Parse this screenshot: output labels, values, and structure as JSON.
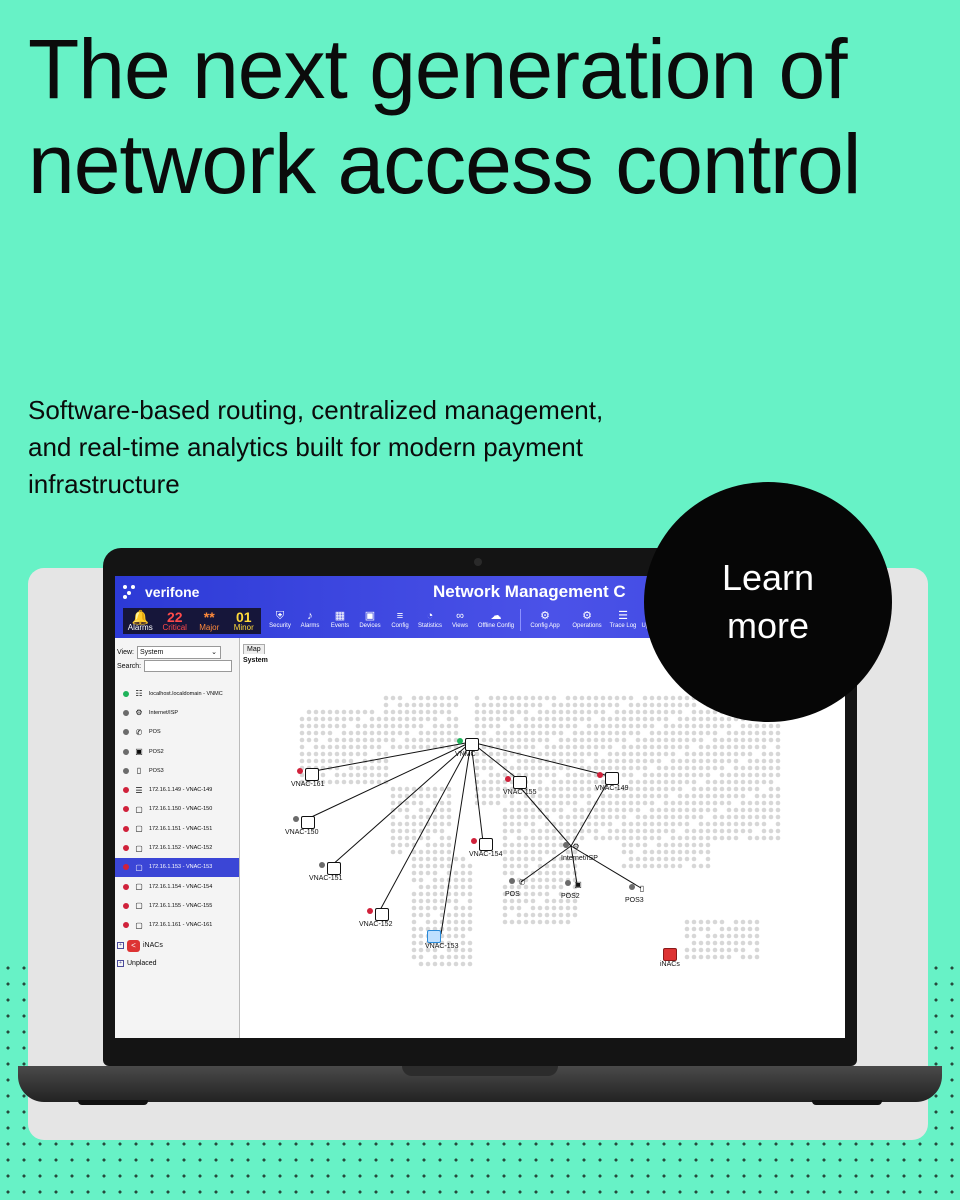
{
  "hero": {
    "headline": "The next generation of network access control",
    "subhead": "Software-based routing, centralized management, and real-time analytics built for modern payment infrastructure"
  },
  "cta": {
    "label_line1": "Learn",
    "label_line2": "more"
  },
  "colors": {
    "background": "#67f2c6",
    "header_blue": "#3a46e0",
    "cta_bg": "#060606",
    "selected_row": "#3b46d6",
    "alarm_red": "#d0213a"
  },
  "app": {
    "brand": "verifone",
    "title": "Network Management C",
    "counters": [
      {
        "value": "",
        "label": "Alarms",
        "icon": "bell-icon",
        "color": "#ffffff"
      },
      {
        "value": "22",
        "label": "Critical",
        "color": "#ff4a4a"
      },
      {
        "value": "**",
        "label": "Major",
        "color": "#ff8a3a"
      },
      {
        "value": "01",
        "label": "Minor",
        "color": "#ffd93a"
      }
    ],
    "toolbar": [
      {
        "label": "Security",
        "icon": "shield-icon"
      },
      {
        "label": "Alarms",
        "icon": "bell-icon"
      },
      {
        "label": "Events",
        "icon": "calendar-icon"
      },
      {
        "label": "Devices",
        "icon": "devices-icon"
      },
      {
        "label": "Config",
        "icon": "sliders-icon"
      },
      {
        "label": "Statistics",
        "icon": "pie-chart-icon"
      },
      {
        "label": "Views",
        "icon": "binoculars-icon"
      },
      {
        "label": "Offline Config",
        "icon": "cloud-icon"
      },
      {
        "label": "Config App",
        "icon": "gear-icon"
      },
      {
        "label": "Operations",
        "icon": "gears-icon"
      },
      {
        "label": "Trace Log",
        "icon": "list-icon"
      },
      {
        "label": "Upgrade",
        "icon": "upload-icon"
      }
    ]
  },
  "sidebar": {
    "view_label": "View:",
    "view_value": "System",
    "search_label": "Search:",
    "items": [
      {
        "label": "localhost.localdomain - VNMC",
        "status": "green",
        "icon": "network-icon"
      },
      {
        "label": "Internet/ISP",
        "status": "grey",
        "icon": "gear-icon"
      },
      {
        "label": "POS",
        "status": "grey",
        "icon": "phone-icon"
      },
      {
        "label": "POS2",
        "status": "grey",
        "icon": "pos-terminal-icon"
      },
      {
        "label": "POS3",
        "status": "grey",
        "icon": "mobile-icon"
      },
      {
        "label": "172.16.1.149 - VNAC-149",
        "status": "red",
        "icon": "server-icon"
      },
      {
        "label": "172.16.1.150 - VNAC-150",
        "status": "red",
        "icon": "monitor-icon"
      },
      {
        "label": "172.16.1.151 - VNAC-151",
        "status": "red",
        "icon": "monitor-icon"
      },
      {
        "label": "172.16.1.152 - VNAC-152",
        "status": "red",
        "icon": "monitor-icon"
      },
      {
        "label": "172.16.1.153 - VNAC-153",
        "status": "red",
        "icon": "monitor-icon",
        "selected": true
      },
      {
        "label": "172.16.1.154 - VNAC-154",
        "status": "red",
        "icon": "monitor-icon"
      },
      {
        "label": "172.16.1.155 - VNAC-155",
        "status": "red",
        "icon": "monitor-icon"
      },
      {
        "label": "172.16.1.161 - VNAC-161",
        "status": "red",
        "icon": "monitor-icon"
      }
    ],
    "groups": [
      {
        "label": "iNACs",
        "icon": "share-icon"
      },
      {
        "label": "Unplaced"
      }
    ]
  },
  "map": {
    "tab": "Map",
    "title": "System",
    "nodes": {
      "vnmc": "VNMC",
      "vnac161": "VNAC-161",
      "vnac150": "VNAC-150",
      "vnac151": "VNAC-151",
      "vnac152": "VNAC-152",
      "vnac153": "VNAC-153",
      "vnac154": "VNAC-154",
      "vnac155": "VNAC-155",
      "vnac149": "VNAC-149",
      "isp": "Internet/ISP",
      "pos": "POS",
      "pos2": "POS2",
      "pos3": "POS3",
      "inacs": "iNACs"
    }
  }
}
